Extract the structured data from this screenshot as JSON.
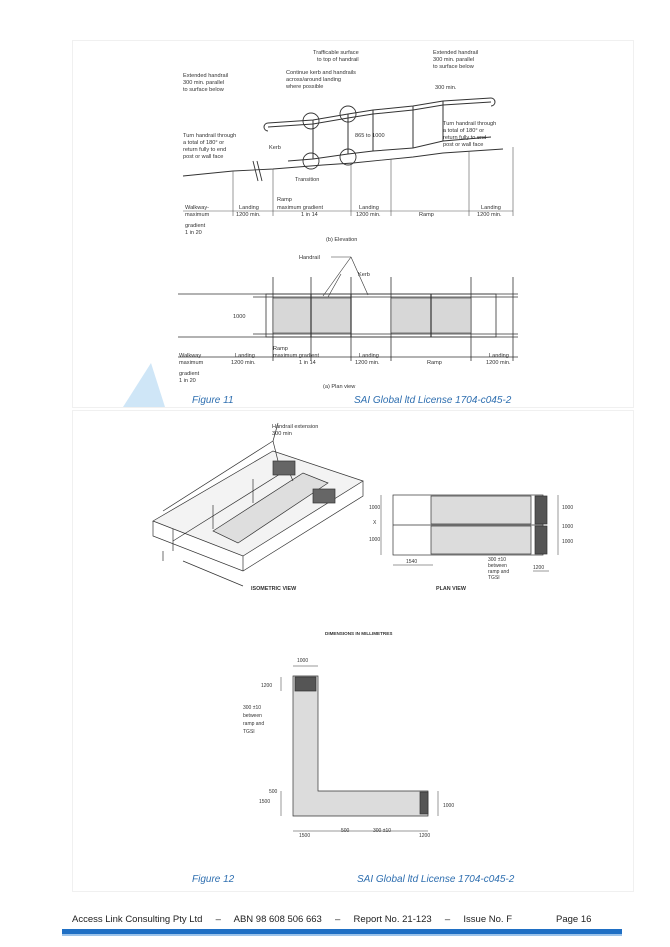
{
  "figure11": {
    "caption": "Figure 11",
    "license": "SAI Global ltd License 1704-c045-2",
    "elevation": {
      "title": "(b) Elevation",
      "labels": {
        "trafficable": [
          "Trafficable surface",
          "to top of handrail"
        ],
        "extended_left": [
          "Extended handrail",
          "300 min. parallel",
          "to surface below"
        ],
        "continue_kerb": [
          "Continue kerb and handrails",
          "across/around landing",
          "where possible"
        ],
        "extended_right": [
          "Extended handrail",
          "300 min. parallel",
          "to surface below"
        ],
        "dim_300": "300 min.",
        "turn_left": [
          "Turn handrail through",
          "a total of 180° or",
          "return fully to end",
          "post or wall face"
        ],
        "turn_right": [
          "Turn handrail through",
          "a total of 180° or",
          "return fully to end",
          "post or wall face"
        ],
        "height": "865 to 1000",
        "kerb": "Kerb",
        "transition": "Transition"
      },
      "bottom": {
        "walkway": [
          "Walkway-",
          "maximum",
          "gradient",
          "1 in 20"
        ],
        "landing1": [
          "Landing",
          "1200 min."
        ],
        "ramp1": [
          "Ramp",
          "maximum gradient",
          "1 in 14"
        ],
        "landing2": [
          "Landing",
          "1200 min."
        ],
        "ramp2": "Ramp",
        "landing3": [
          "Landing",
          "1200 min."
        ]
      }
    },
    "plan": {
      "title": "(a) Plan view",
      "handrail": "Handrail",
      "kerb": "Kerb",
      "width": "1000",
      "bottom": {
        "walkway": [
          "Walkway",
          "maximum",
          "gradient",
          "1 in 20"
        ],
        "landing1": [
          "Landing",
          "1200 min."
        ],
        "ramp1": [
          "Ramp",
          "maximum gradient",
          "1 in 14"
        ],
        "landing2": [
          "Landing",
          "1200 min."
        ],
        "ramp2": "Ramp",
        "landing3": [
          "Landing",
          "1200 min."
        ]
      }
    }
  },
  "figure12": {
    "caption": "Figure 12",
    "license": "SAI Global ltd License 1704-c045-2",
    "isometric": {
      "title": "ISOMETRIC VIEW",
      "extension": [
        "Handrail extension",
        "300 min"
      ]
    },
    "planview": {
      "title": "PLAN VIEW",
      "dims_right": [
        "1000",
        "1000",
        "1000"
      ],
      "dims_left": [
        "1000",
        "X",
        "1000"
      ],
      "bottom_left": "1540",
      "bottom_note": [
        "300 ±10",
        "between",
        "ramp and",
        "TGSI"
      ],
      "bottom_right": "1200"
    },
    "dimensions_note": "DIMENSIONS IN MILLIMETRES",
    "lview": {
      "top": "1000",
      "left_1200": "1200",
      "note": [
        "300 ±10",
        "between",
        "ramp and",
        "TGSI"
      ],
      "d500a": "500",
      "d1500a": "1500",
      "d1500b": "1500",
      "d500b": "500",
      "d300": "300 ±10",
      "d1200": "1200",
      "d1000": "1000"
    }
  },
  "footer": {
    "company": "Access Link Consulting Pty Ltd",
    "sep1": "–",
    "abn": "ABN 98 608 506 663",
    "sep2": "–",
    "report": "Report No. 21-123",
    "sep3": "–",
    "issue": "Issue No. F",
    "page": "Page 16"
  }
}
